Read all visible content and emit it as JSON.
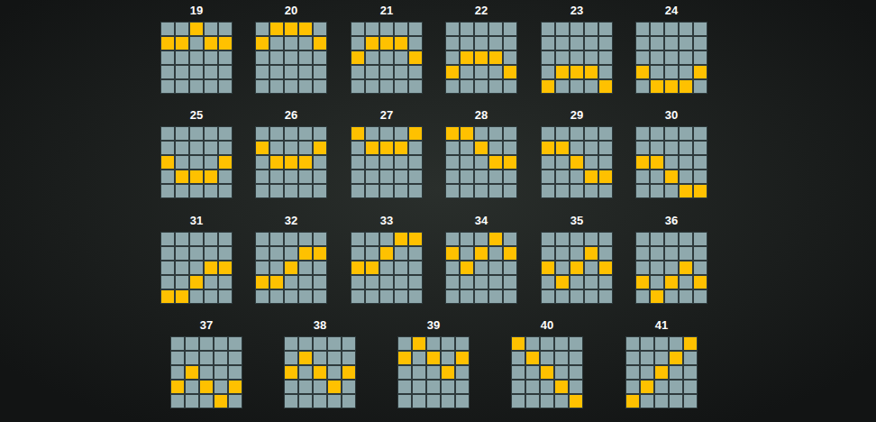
{
  "diagram": {
    "nodes": [
      {
        "text": [
          "19"
        ]
      },
      {
        "text": [
          "20"
        ]
      },
      {
        "text": [
          "21"
        ]
      },
      {
        "text": [
          "22"
        ]
      },
      {
        "text": [
          "23"
        ]
      },
      {
        "text": [
          "24"
        ]
      },
      {
        "text": [
          "25"
        ]
      },
      {
        "text": [
          "26"
        ]
      },
      {
        "text": [
          "27"
        ]
      },
      {
        "text": [
          "28"
        ]
      },
      {
        "text": [
          "29"
        ]
      },
      {
        "text": [
          "30"
        ]
      },
      {
        "text": [
          "31"
        ]
      },
      {
        "text": [
          "32"
        ]
      },
      {
        "text": [
          "33"
        ]
      },
      {
        "text": [
          "34"
        ]
      },
      {
        "text": [
          "35"
        ]
      },
      {
        "text": [
          "36"
        ]
      },
      {
        "text": [
          "37"
        ]
      },
      {
        "text": [
          "38"
        ]
      },
      {
        "text": [
          "39"
        ]
      },
      {
        "text": [
          "40"
        ]
      },
      {
        "text": [
          "41"
        ]
      }
    ]
  }
}
